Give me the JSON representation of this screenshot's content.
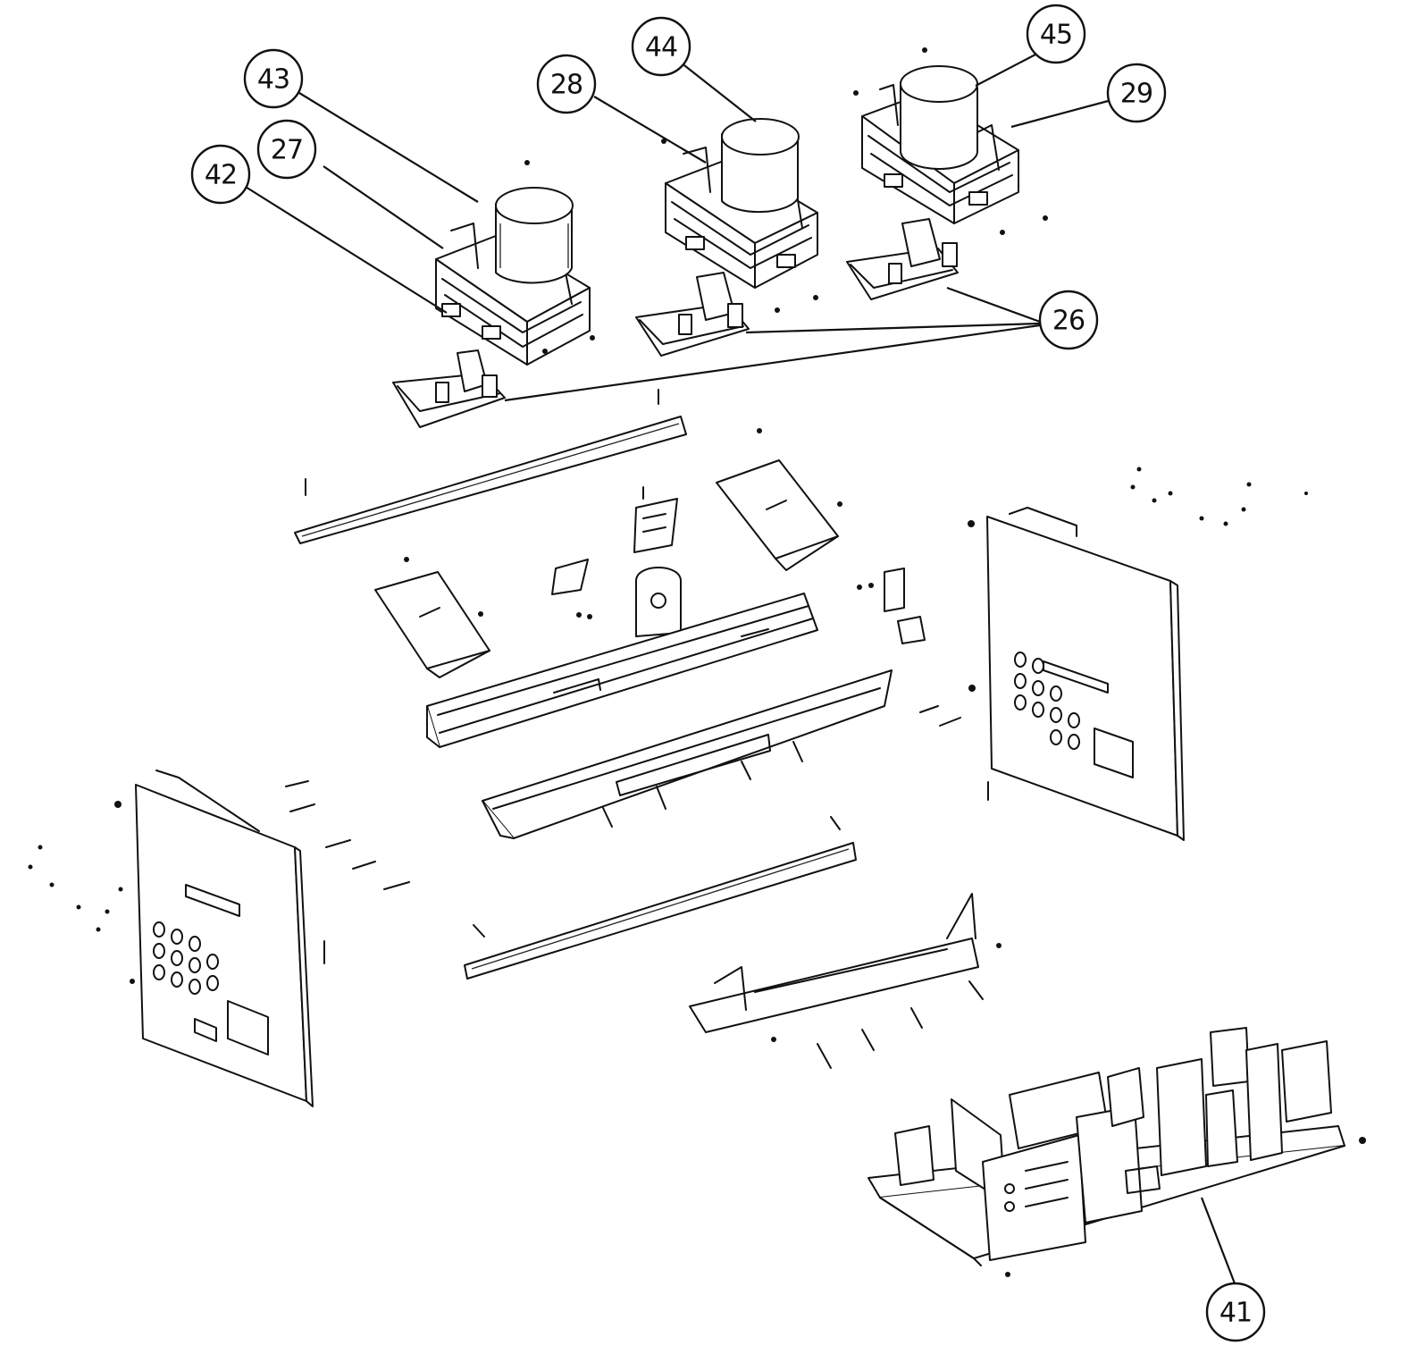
{
  "callouts": [
    {
      "id": "43",
      "label": "43"
    },
    {
      "id": "27",
      "label": "27"
    },
    {
      "id": "42",
      "label": "42"
    },
    {
      "id": "28",
      "label": "28"
    },
    {
      "id": "44",
      "label": "44"
    },
    {
      "id": "45",
      "label": "45"
    },
    {
      "id": "29",
      "label": "29"
    },
    {
      "id": "26",
      "label": "26"
    },
    {
      "id": "41",
      "label": "41"
    }
  ],
  "colors": {
    "line": "#111111",
    "background": "#ffffff"
  }
}
